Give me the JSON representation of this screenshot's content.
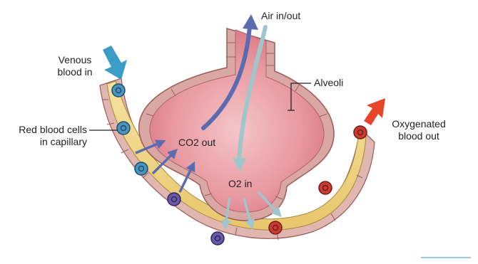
{
  "labels": {
    "air": "Air in/out",
    "alveoli": "Alveoli",
    "venous_line1": "Venous",
    "venous_line2": "blood in",
    "rbc_line1": "Red blood cells",
    "rbc_line2": "in capillary",
    "co2": "CO2 out",
    "o2": "O2 in",
    "oxy_line1": "Oxygenated",
    "oxy_line2": "blood out"
  },
  "colors": {
    "tissue": "#d9a8a5",
    "tissue_edge": "#9c5a56",
    "alveolus_fill": "#e8929b",
    "capillary": "#f2d98a",
    "capillary_edge": "#a8863a",
    "co2_arrow": "#5b6bb0",
    "o2_arrow": "#9fc6cc",
    "venous_arrow": "#3b9cc8",
    "oxy_arrow": "#e8442a",
    "cell_blue": "#4a94bd",
    "cell_purple": "#6a5aa5",
    "cell_red": "#cc3b32"
  }
}
